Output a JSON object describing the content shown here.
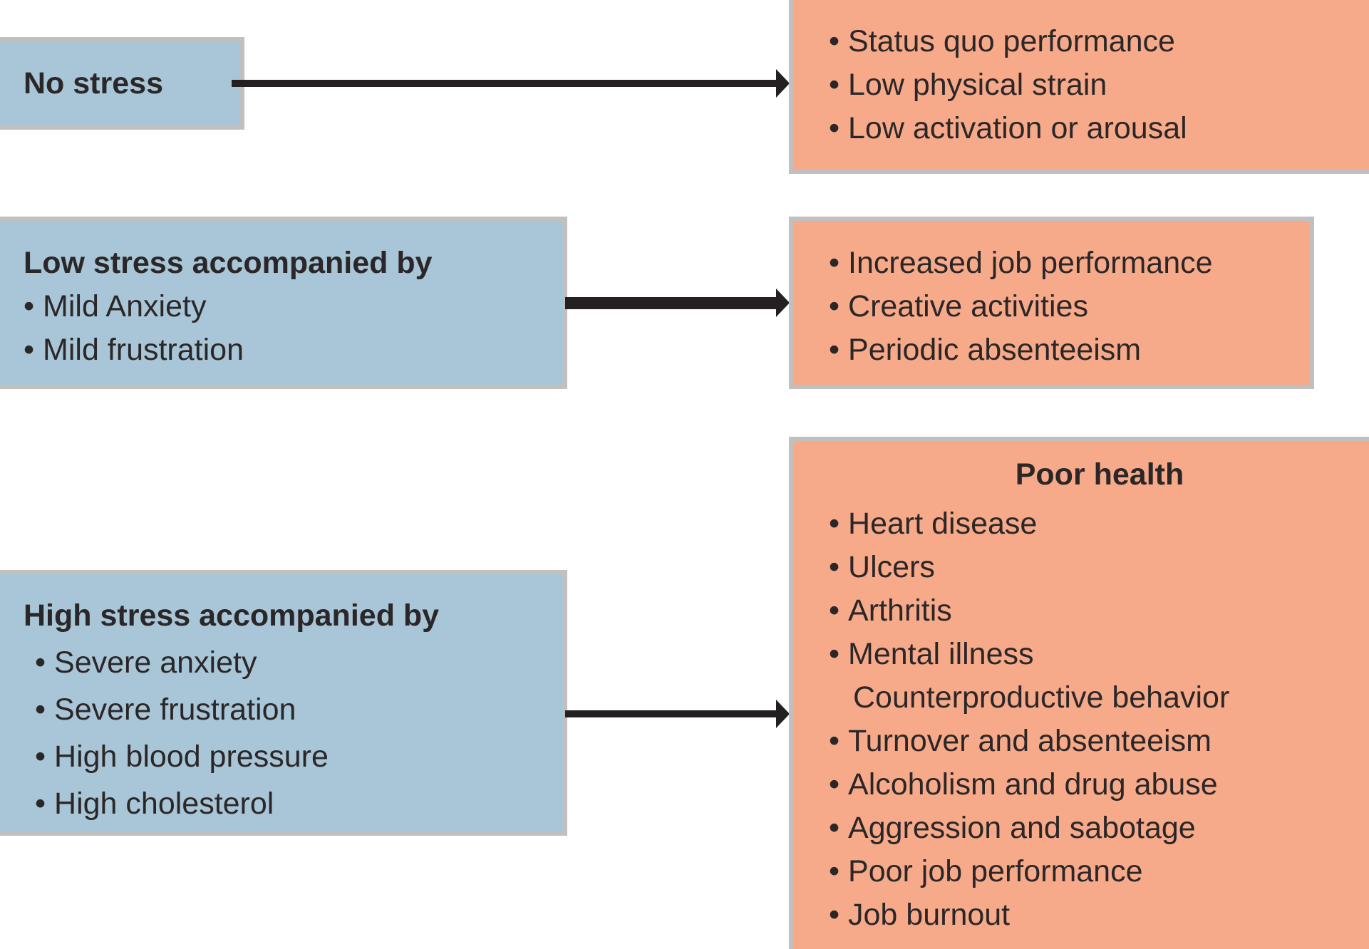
{
  "figure": {
    "type": "flow-diagram",
    "topic": "Stress levels and their outcomes",
    "left_column": [
      {
        "id": "no-stress",
        "title": "No stress",
        "items": []
      },
      {
        "id": "low-stress",
        "title": "Low stress accompanied by",
        "items": [
          "Mild Anxiety",
          "Mild frustration"
        ]
      },
      {
        "id": "high-stress",
        "title": "High stress accompanied by",
        "items": [
          "Severe anxiety",
          "Severe frustration",
          "High blood pressure",
          "High cholesterol"
        ]
      }
    ],
    "right_column": [
      {
        "id": "no-stress-outcomes",
        "items": [
          "Status quo performance",
          "Low physical strain",
          "Low activation or arousal"
        ]
      },
      {
        "id": "low-stress-outcomes",
        "items": [
          "Increased job performance",
          "Creative activities",
          "Periodic absenteeism"
        ]
      },
      {
        "id": "high-stress-outcomes",
        "title": "Poor health",
        "items": [
          "Heart disease",
          "Ulcers",
          "Arthritis",
          "Mental illness"
        ],
        "unbulleted_item": "Counterproductive behavior",
        "items_continued": [
          "Turnover and absenteeism",
          "Alcoholism and drug abuse",
          "Aggression and sabotage",
          "Poor job performance",
          "Job burnout"
        ]
      }
    ],
    "connectors": [
      {
        "from": "no-stress",
        "to": "no-stress-outcomes"
      },
      {
        "from": "low-stress",
        "to": "low-stress-outcomes"
      },
      {
        "from": "high-stress",
        "to": "high-stress-outcomes"
      }
    ],
    "colors": {
      "stress_box": "#a8c6d7",
      "outcome_box": "#f6aa8a",
      "shadow": "#c1c0be",
      "arrow": "#242021",
      "text": "#2b2728"
    }
  }
}
